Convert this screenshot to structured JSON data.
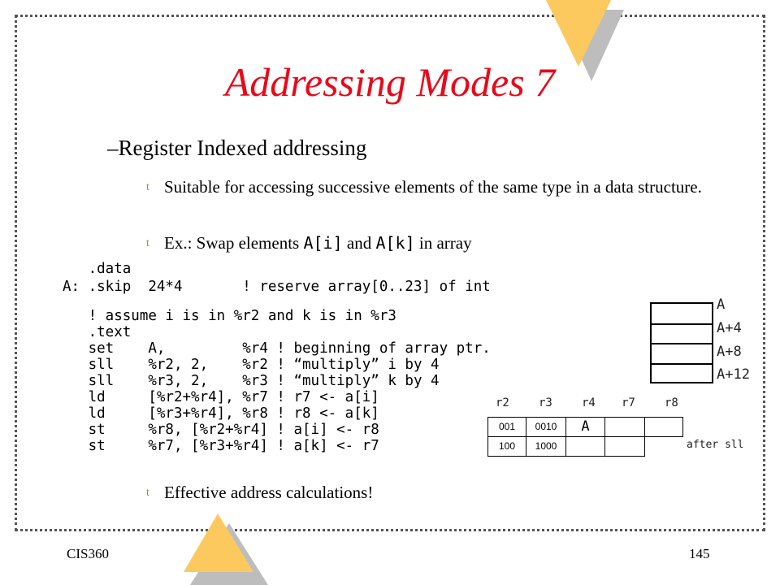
{
  "slide": {
    "title": "Addressing Modes 7",
    "heading": "–Register Indexed addressing",
    "bullet1": "Suitable for accessing successive elements of the same type in a data structure.",
    "bullet2_prefix": "Ex.: Swap elements ",
    "bullet2_code1": "A[i]",
    "bullet2_mid": " and ",
    "bullet2_code2": "A[k]",
    "bullet2_suffix": " in array",
    "bullet3": "Effective address calculations!",
    "bullet_glyph": "t"
  },
  "code": {
    "line1": "   .data",
    "line2": "A: .skip  24*4       ! reserve array[0..23] of int",
    "line3": "   ! assume i is in %r2 and k is in %r3",
    "line4": "   .text",
    "line5": "   set    A,         %r4 ! beginning of array ptr.",
    "line6": "   sll    %r2, 2,    %r2 ! “multiply” i by 4",
    "line7": "   sll    %r3, 2,    %r3 ! “multiply” k by 4",
    "line8": "   ld     [%r2+%r4], %r7 ! r7 <- a[i]",
    "line9": "   ld     [%r3+%r4], %r8 ! r8 <- a[k]",
    "line10": "   st     %r8, [%r2+%r4] ! a[i] <- r8",
    "line11": "   st     %r7, [%r3+%r4] ! a[k] <- r7"
  },
  "memory_labels": [
    "A",
    "A+4",
    "A+8",
    "A+12"
  ],
  "registers": {
    "names": [
      "r2",
      "r3",
      "r4",
      "r7",
      "r8"
    ],
    "row1": [
      "001",
      "0010",
      "A",
      "",
      ""
    ],
    "row2": [
      "100",
      "1000",
      "",
      "",
      ""
    ],
    "note": "after sll"
  },
  "footer": {
    "left": "CIS360",
    "right": "145"
  },
  "colors": {
    "title": "#e8091b",
    "triangle": "#fcc95f",
    "triangle_shadow": "#bdbdbd",
    "bullet_mark": "#b8862c"
  }
}
